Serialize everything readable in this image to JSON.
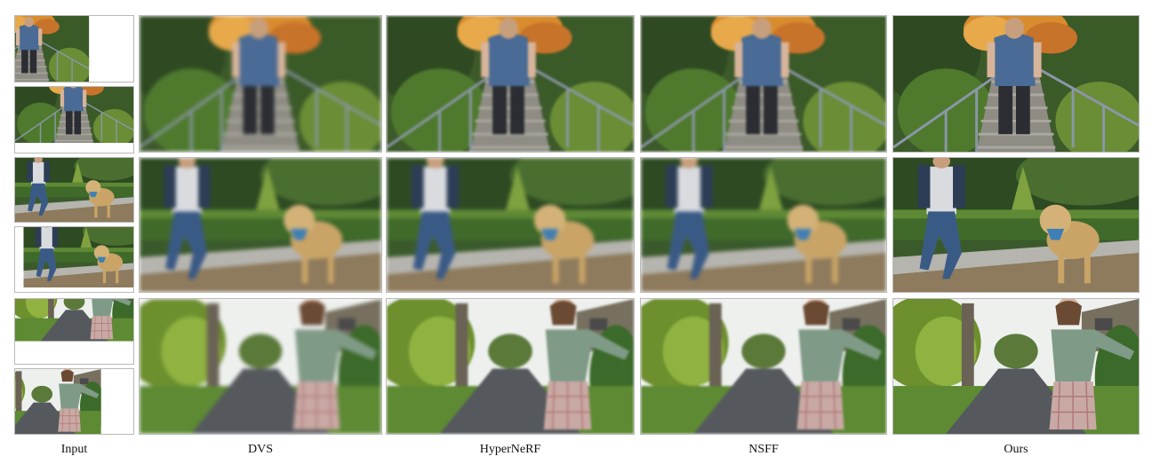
{
  "figure": {
    "columns": [
      {
        "id": "input",
        "label": "Input"
      },
      {
        "id": "dvs",
        "label": "DVS"
      },
      {
        "id": "hypernerf",
        "label": "HyperNeRF"
      },
      {
        "id": "nsff",
        "label": "NSFF"
      },
      {
        "id": "ours",
        "label": "Ours"
      }
    ],
    "rows": [
      {
        "id": "stairs",
        "scene": "person climbing outdoor stairs with railings"
      },
      {
        "id": "dog",
        "scene": "person running with golden retriever on path"
      },
      {
        "id": "girl",
        "scene": "woman twirling on a tree-lined street"
      }
    ]
  },
  "colors": {
    "foliage_dark": "#2f4a22",
    "foliage_light": "#6f8f3a",
    "autumn": "#d98c2e",
    "stone": "#9a9890",
    "shirt_blue": "#4a6b95",
    "pants_dark": "#2b2d33",
    "dog_gold": "#c9a466",
    "bandana_blue": "#3f7fb5",
    "road_gray": "#55595e",
    "sweater_green": "#7f9a86",
    "skirt_plaid": "#c9a9a4"
  }
}
